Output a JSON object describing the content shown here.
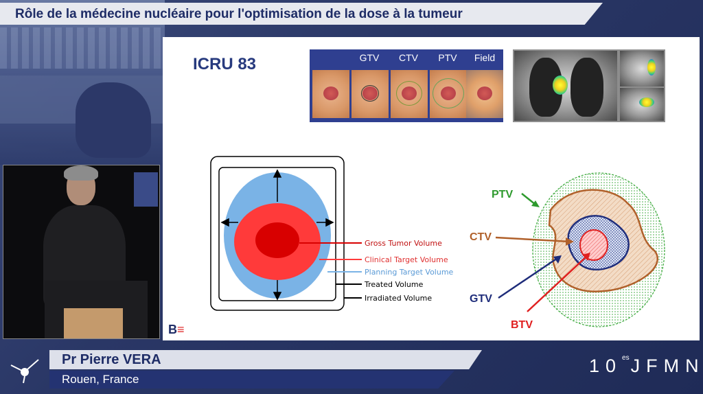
{
  "header": {
    "title": "Rôle de la médecine nucléaire pour l'optimisation de la dose à la tumeur"
  },
  "slide": {
    "heading": "ICRU 83",
    "strip_labels": [
      "GTV",
      "CTV",
      "PTV",
      "Field"
    ],
    "logo_text": "B",
    "left_diagram": {
      "labels": [
        "Gross Tumor Volume",
        "Clinical Target Volume",
        "Planning Target Volume",
        "Treated Volume",
        "Irradiated Volume"
      ],
      "colors": {
        "gross": "#e00000",
        "clinical": "#ff3a3a",
        "planning": "#7ab3e6",
        "treated": "#000000",
        "irradiated": "#000000"
      }
    },
    "right_diagram": {
      "ptv": "PTV",
      "ctv": "CTV",
      "gtv": "GTV",
      "btv": "BTV",
      "colors": {
        "ptv": "#2e9a2e",
        "ctv": "#b0602a",
        "gtv": "#1e2c7a",
        "btv": "#e02020"
      }
    }
  },
  "presenter": {
    "name": "Pr Pierre VERA",
    "location": "Rouen, France"
  },
  "event": {
    "number": "10",
    "suffix": "es",
    "letters": "JFMN"
  },
  "colors": {
    "navy": "#1e2c66",
    "accent_blue": "#273a7e"
  }
}
